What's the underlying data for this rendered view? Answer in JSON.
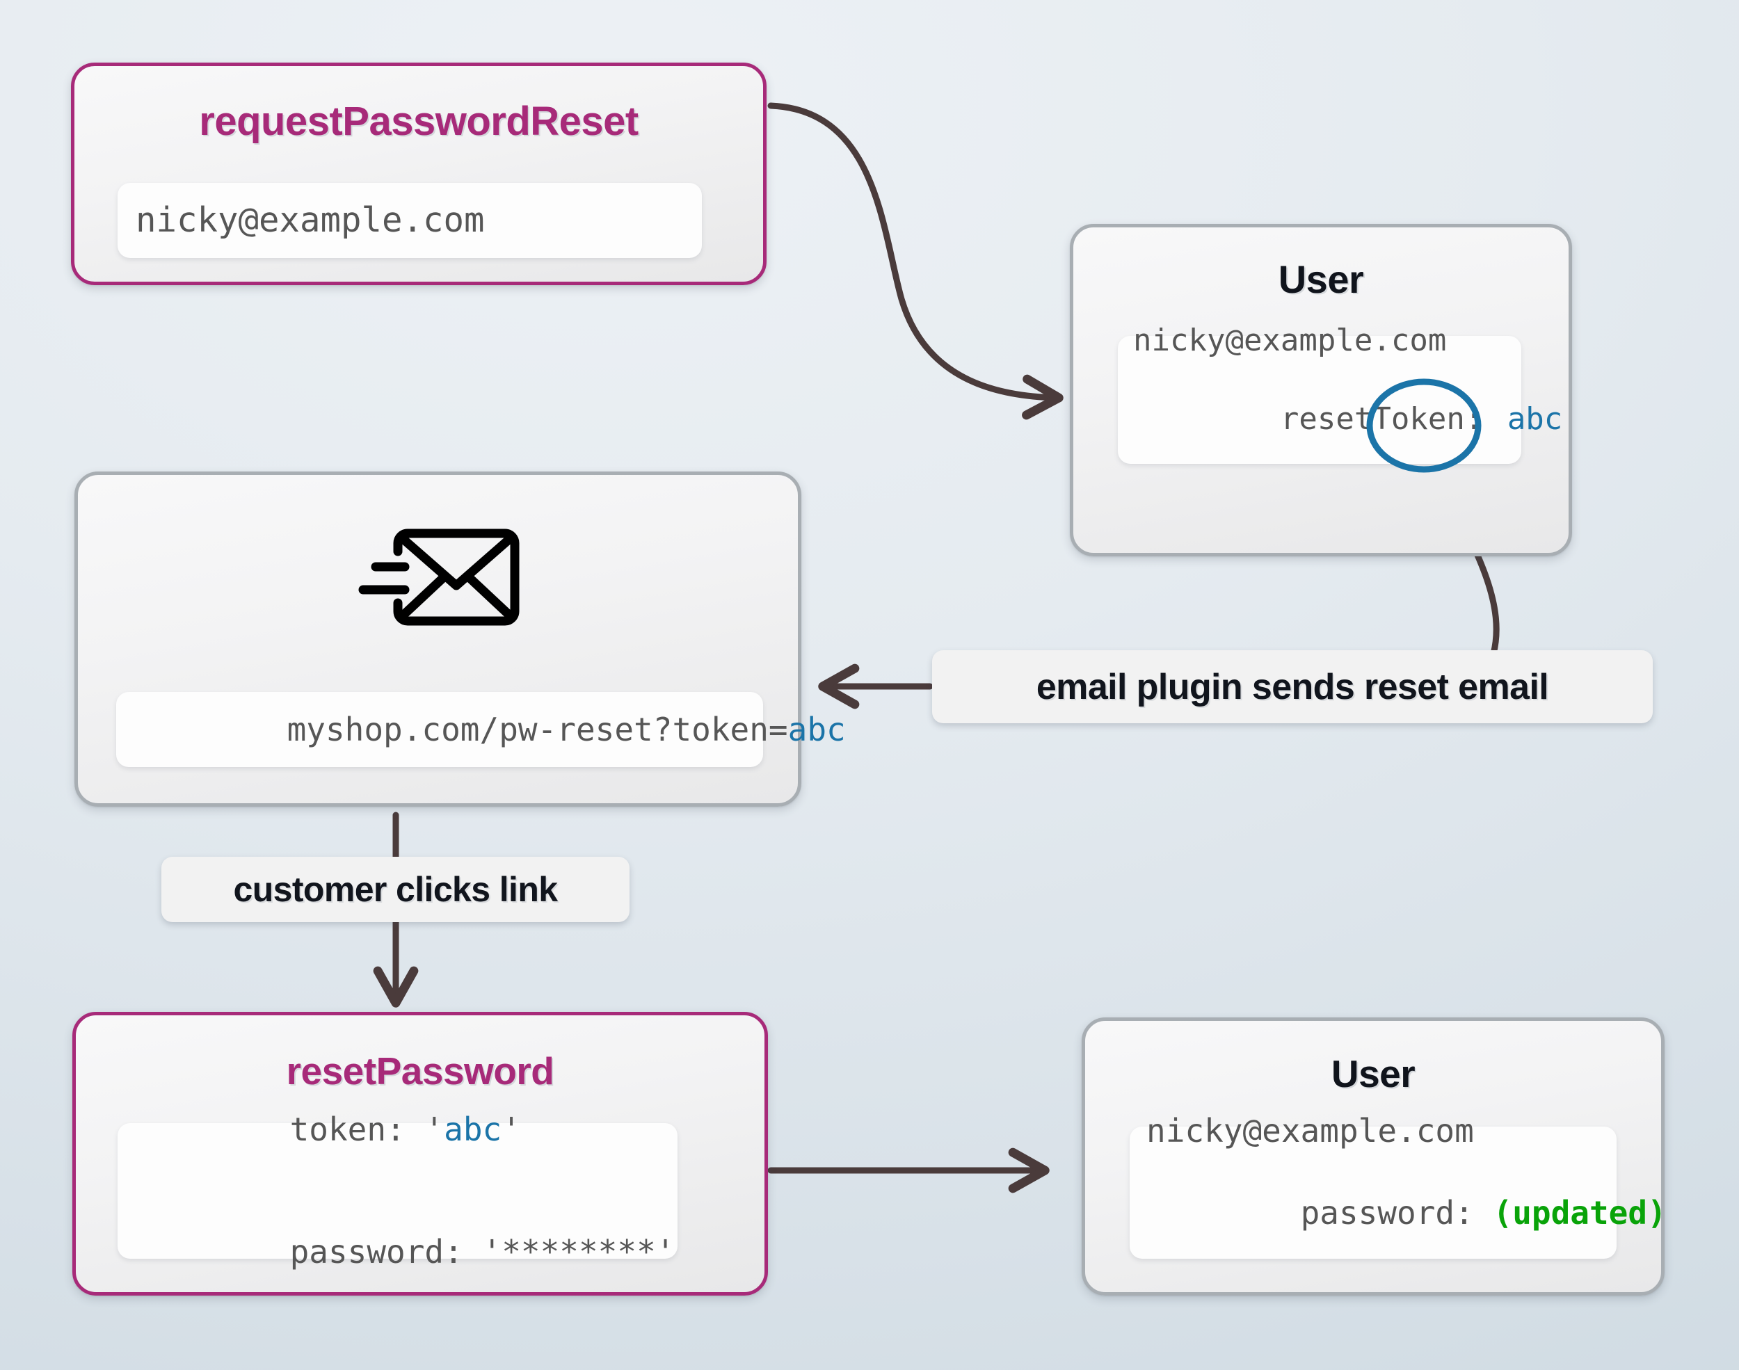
{
  "diagram": {
    "title_hidden": "",
    "colors": {
      "accent_border": "#a72a79",
      "accent_text": "#a72a79",
      "neutral_border": "#a8aeb3",
      "token_blue": "#1b74a8",
      "updated_green": "#09a309",
      "arrow": "#4a3b3b",
      "background": "#dde5ec"
    }
  },
  "nodes": {
    "request_password_reset": {
      "title": "requestPasswordReset",
      "field_line_1": "nicky@example.com"
    },
    "user_top": {
      "title": "User",
      "field_line_1": "nicky@example.com",
      "field_line_2_label": "resetToken: ",
      "field_line_2_value": "abc",
      "highlight": "circled"
    },
    "email_card": {
      "icon": "envelope-send-icon",
      "url_prefix": "myshop.com/pw-reset?token=",
      "url_token": "abc"
    },
    "reset_password": {
      "title": "resetPassword",
      "field_line_1_label": "token: ",
      "field_line_1_quote_open": "'",
      "field_line_1_value": "abc",
      "field_line_1_quote_close": "'",
      "field_line_2_label": "password: ",
      "field_line_2_value": "'********'"
    },
    "user_bottom": {
      "title": "User",
      "field_line_1": "nicky@example.com",
      "field_line_2_label": "password: ",
      "field_line_2_value": "(updated)"
    }
  },
  "edges": {
    "email_plugin": {
      "label": "email plugin sends reset email"
    },
    "customer_click": {
      "label": "customer clicks link"
    }
  }
}
